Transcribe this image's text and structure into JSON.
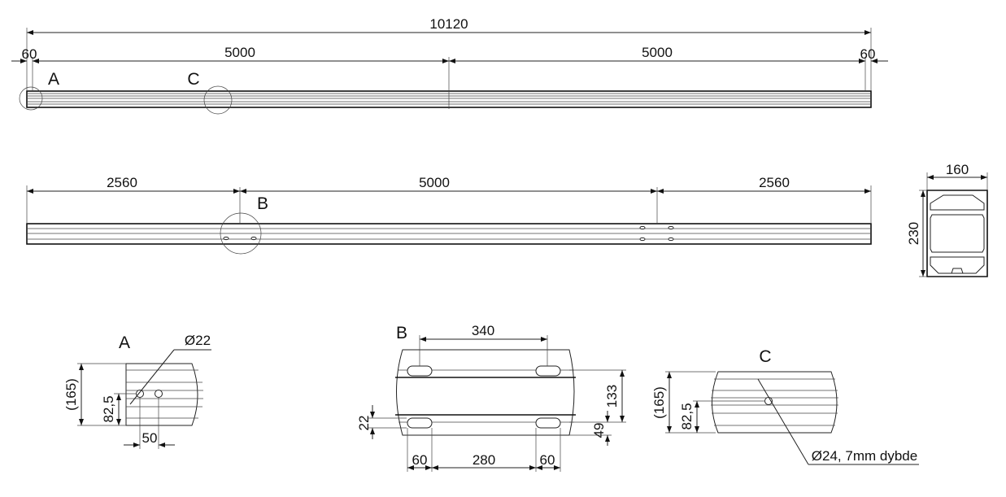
{
  "views": {
    "top": {
      "dims": {
        "total": "10120",
        "left_end": "60",
        "span_left": "5000",
        "span_right": "5000",
        "right_end": "60"
      },
      "markers": {
        "a": "A",
        "c": "C"
      }
    },
    "side": {
      "dims": {
        "left": "2560",
        "middle": "5000",
        "right": "2560"
      },
      "markers": {
        "b": "B"
      }
    },
    "section": {
      "dims": {
        "width": "160",
        "height": "230"
      }
    }
  },
  "details": {
    "a": {
      "title": "A",
      "hole_dia": "Ø22",
      "height": "(165)",
      "hole_height": "82,5",
      "spacing": "50"
    },
    "b": {
      "title": "B",
      "slot_span": "340",
      "height": "133",
      "offset": "49",
      "slot_height": "22",
      "edge_left": "60",
      "middle": "280",
      "edge_right": "60"
    },
    "c": {
      "title": "C",
      "height": "(165)",
      "hole_height": "82,5",
      "hole_note": "Ø24, 7mm dybde"
    }
  }
}
